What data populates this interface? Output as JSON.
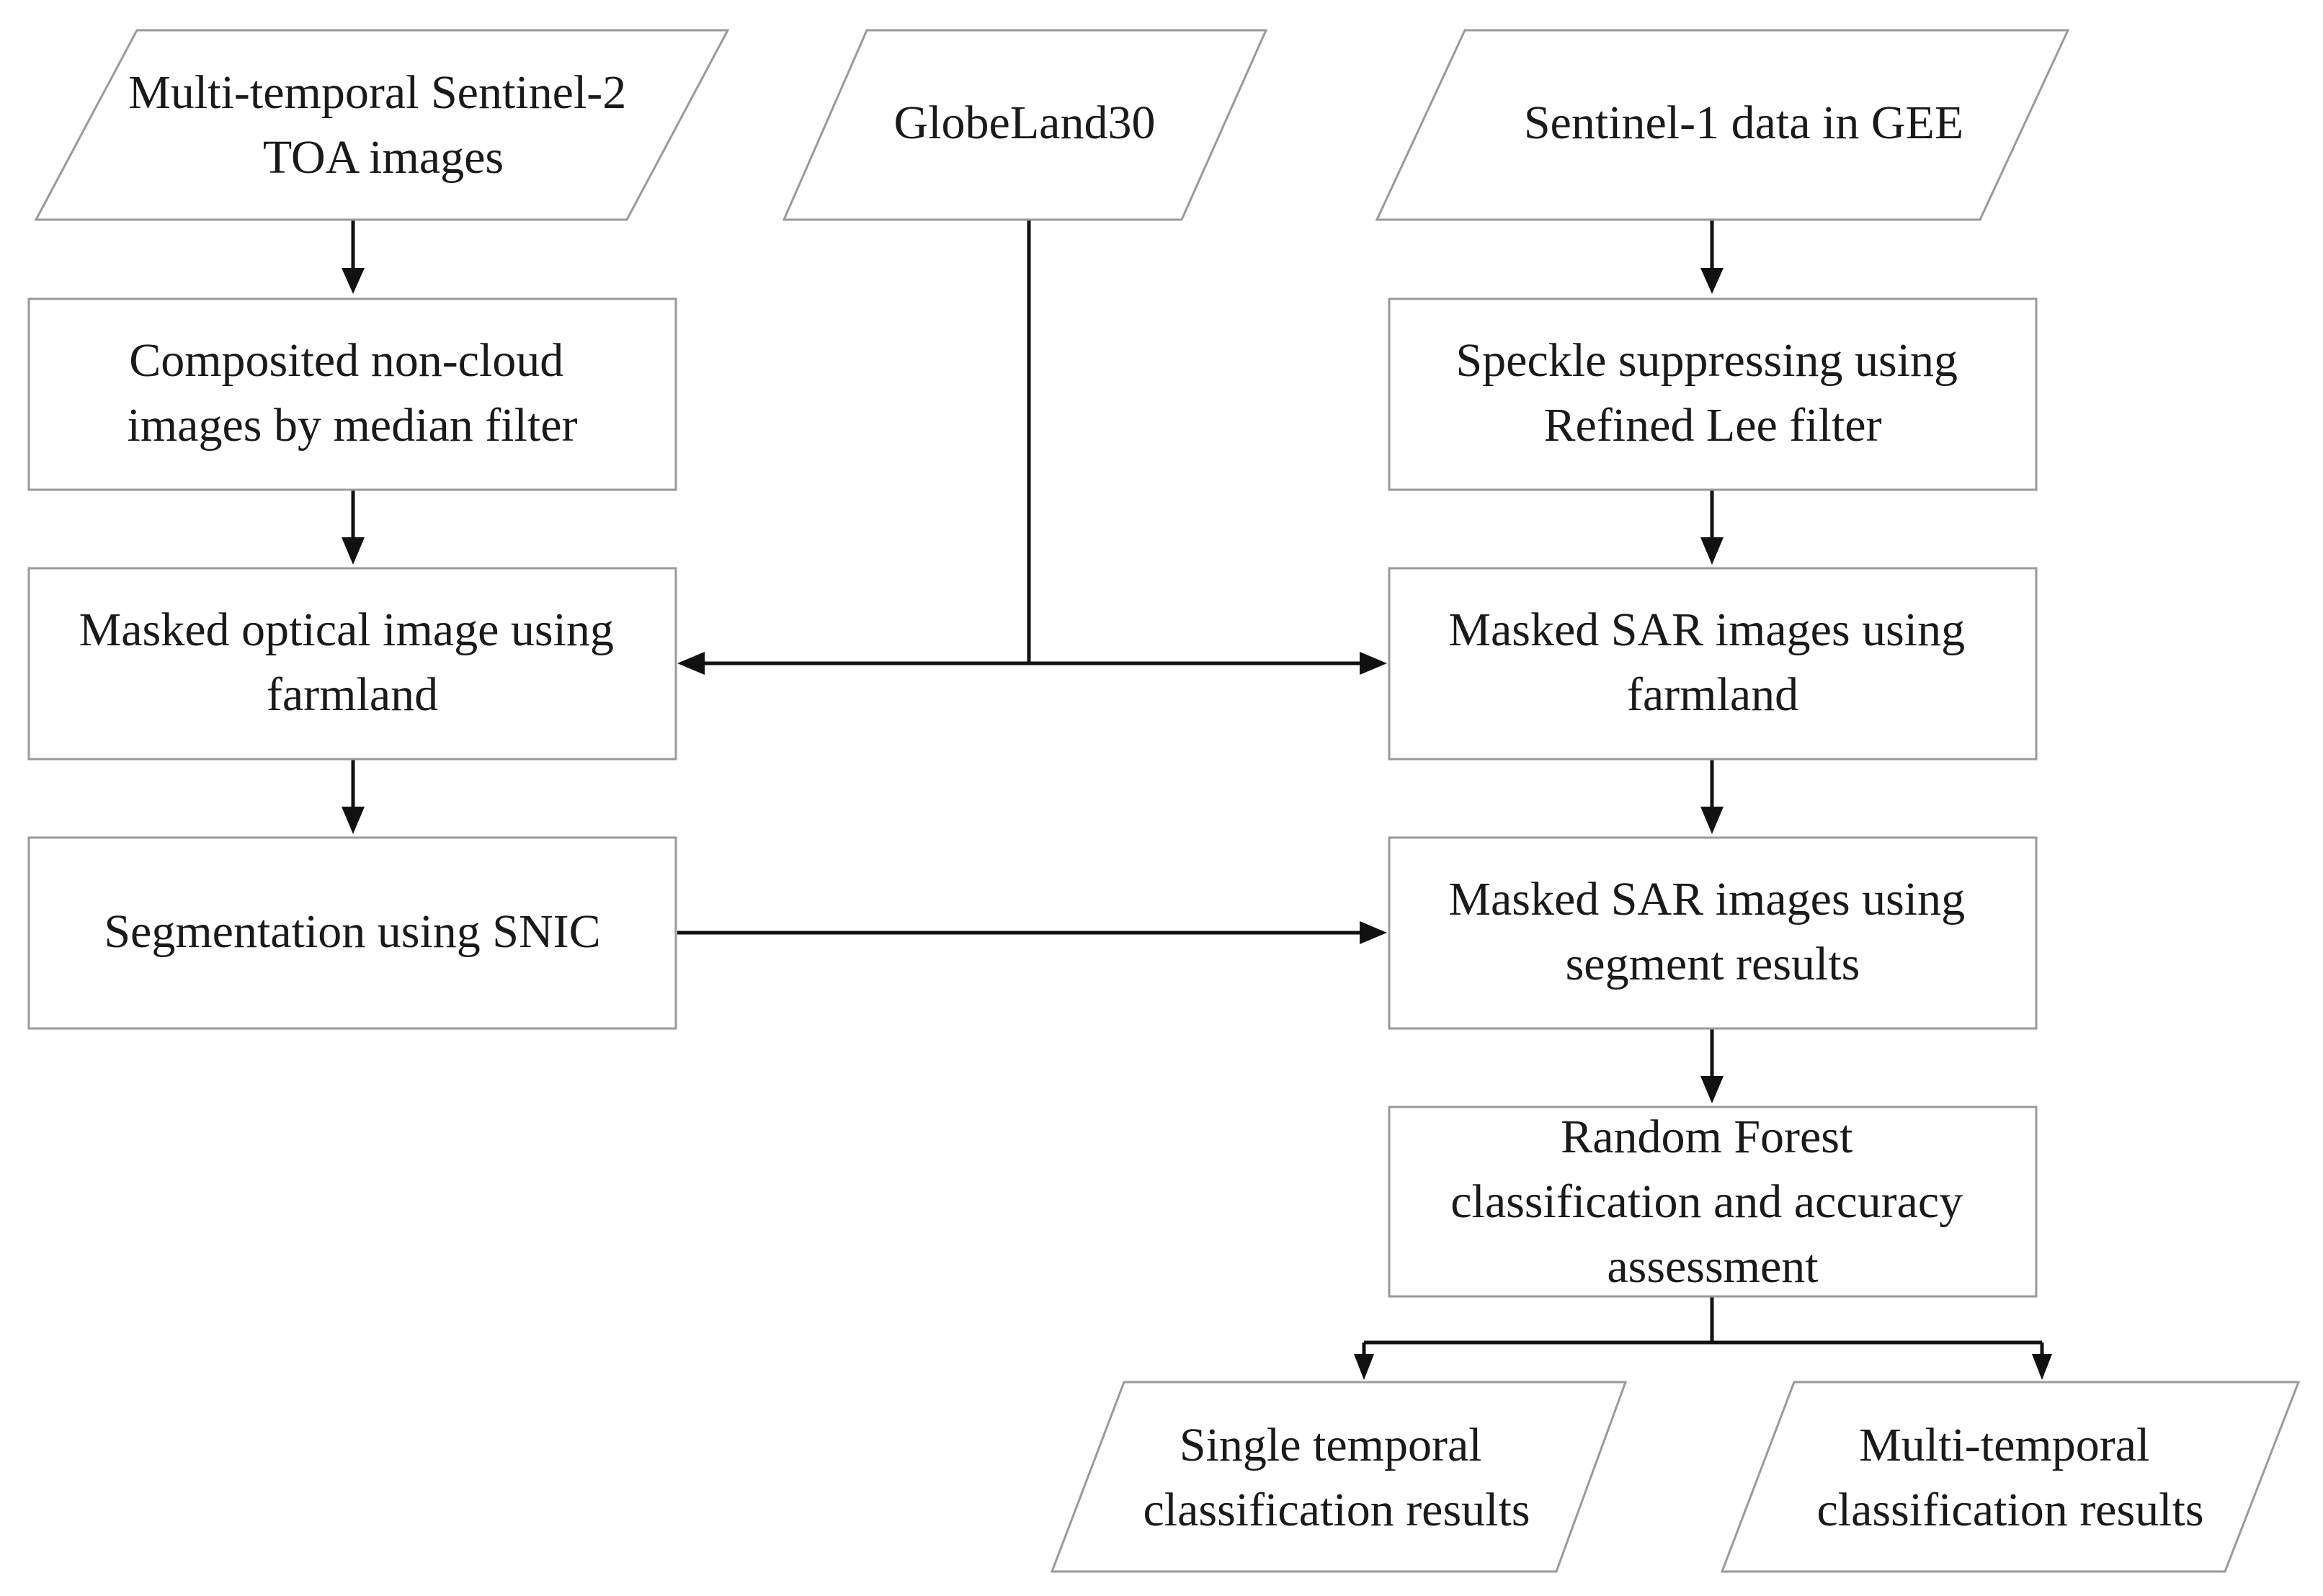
{
  "nodes": {
    "s2_input": [
      "Multi-temporal Sentinel-2",
      "TOA images"
    ],
    "globeland": [
      "GlobeLand30"
    ],
    "s1_input": [
      "Sentinel-1 data in GEE"
    ],
    "composited": [
      "Composited non-cloud",
      "images by median filter"
    ],
    "speckle": [
      "Speckle suppressing using",
      "Refined Lee filter"
    ],
    "masked_optical": [
      "Masked optical image using",
      "farmland"
    ],
    "masked_sar_farmland": [
      "Masked SAR images using",
      "farmland"
    ],
    "segmentation": [
      "Segmentation using SNIC"
    ],
    "masked_sar_segment": [
      "Masked SAR images using",
      "segment results"
    ],
    "random_forest": [
      "Random Forest",
      "classification and accuracy",
      "assessment"
    ],
    "single_results": [
      "Single temporal",
      "classification results"
    ],
    "multi_results": [
      "Multi-temporal",
      "classification results"
    ]
  }
}
